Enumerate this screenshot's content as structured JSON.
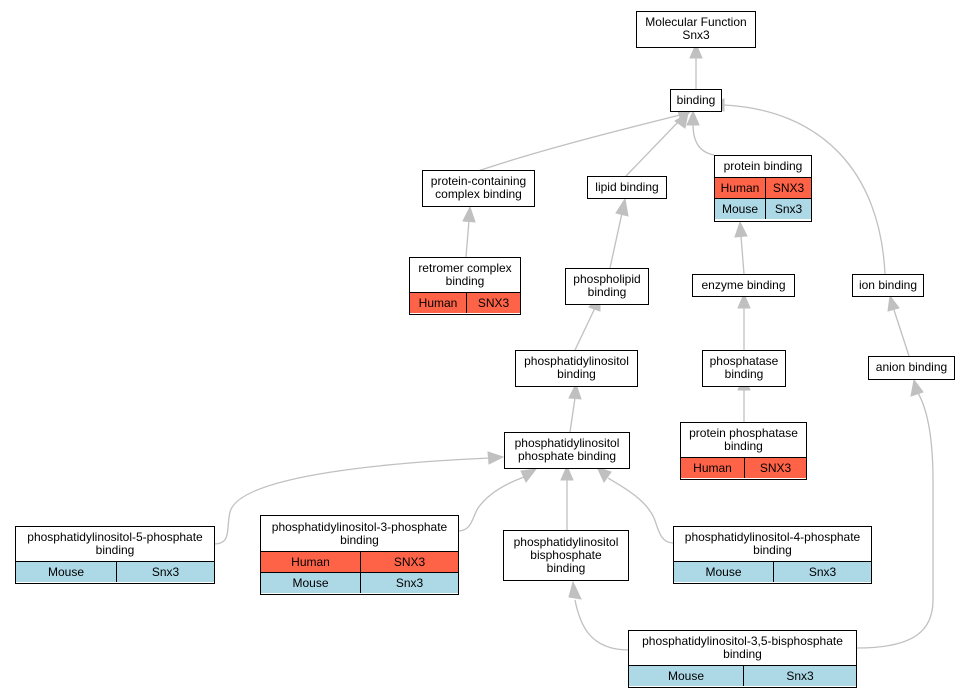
{
  "colors": {
    "human": "#ff6347",
    "mouse": "#add8e6",
    "edge": "#c0c0c0"
  },
  "nodes": {
    "root": {
      "title": "Molecular Function\nSnx3"
    },
    "binding": {
      "title": "binding"
    },
    "protein_containing_complex_binding": {
      "title": "protein-containing\ncomplex binding"
    },
    "lipid_binding": {
      "title": "lipid binding"
    },
    "protein_binding": {
      "title": "protein binding",
      "rows": [
        {
          "species": "Human",
          "gene": "SNX3"
        },
        {
          "species": "Mouse",
          "gene": "Snx3"
        }
      ]
    },
    "retromer_complex_binding": {
      "title": "retromer complex\nbinding",
      "rows": [
        {
          "species": "Human",
          "gene": "SNX3"
        }
      ]
    },
    "phospholipid_binding": {
      "title": "phospholipid\nbinding"
    },
    "enzyme_binding": {
      "title": "enzyme binding"
    },
    "ion_binding": {
      "title": "ion binding"
    },
    "phosphatidylinositol_binding": {
      "title": "phosphatidylinositol\nbinding"
    },
    "phosphatase_binding": {
      "title": "phosphatase\nbinding"
    },
    "anion_binding": {
      "title": "anion binding"
    },
    "protein_phosphatase_binding": {
      "title": "protein phosphatase\nbinding",
      "rows": [
        {
          "species": "Human",
          "gene": "SNX3"
        }
      ]
    },
    "pi_phosphate_binding": {
      "title": "phosphatidylinositol\nphosphate binding"
    },
    "pi5p_binding": {
      "title": "phosphatidylinositol-5-phosphate\nbinding",
      "rows": [
        {
          "species": "Mouse",
          "gene": "Snx3"
        }
      ]
    },
    "pi3p_binding": {
      "title": "phosphatidylinositol-3-phosphate\nbinding",
      "rows": [
        {
          "species": "Human",
          "gene": "SNX3"
        },
        {
          "species": "Mouse",
          "gene": "Snx3"
        }
      ]
    },
    "pi_bisphosphate_binding": {
      "title": "phosphatidylinositol\nbisphosphate\nbinding"
    },
    "pi4p_binding": {
      "title": "phosphatidylinositol-4-phosphate\nbinding",
      "rows": [
        {
          "species": "Mouse",
          "gene": "Snx3"
        }
      ]
    },
    "pi35p2_binding": {
      "title": "phosphatidylinositol-3,5-bisphosphate\nbinding",
      "rows": [
        {
          "species": "Mouse",
          "gene": "Snx3"
        }
      ]
    }
  },
  "edges": [
    {
      "from": "binding",
      "to": "root"
    },
    {
      "from": "protein_containing_complex_binding",
      "to": "binding"
    },
    {
      "from": "lipid_binding",
      "to": "binding"
    },
    {
      "from": "protein_binding",
      "to": "binding"
    },
    {
      "from": "ion_binding",
      "to": "binding"
    },
    {
      "from": "retromer_complex_binding",
      "to": "protein_containing_complex_binding"
    },
    {
      "from": "phospholipid_binding",
      "to": "lipid_binding"
    },
    {
      "from": "enzyme_binding",
      "to": "protein_binding"
    },
    {
      "from": "phosphatidylinositol_binding",
      "to": "phospholipid_binding"
    },
    {
      "from": "phosphatase_binding",
      "to": "enzyme_binding"
    },
    {
      "from": "anion_binding",
      "to": "ion_binding"
    },
    {
      "from": "protein_phosphatase_binding",
      "to": "phosphatase_binding"
    },
    {
      "from": "pi_phosphate_binding",
      "to": "phosphatidylinositol_binding"
    },
    {
      "from": "pi5p_binding",
      "to": "pi_phosphate_binding"
    },
    {
      "from": "pi3p_binding",
      "to": "pi_phosphate_binding"
    },
    {
      "from": "pi_bisphosphate_binding",
      "to": "pi_phosphate_binding"
    },
    {
      "from": "pi4p_binding",
      "to": "pi_phosphate_binding"
    },
    {
      "from": "pi35p2_binding",
      "to": "pi_bisphosphate_binding"
    },
    {
      "from": "pi35p2_binding",
      "to": "anion_binding"
    }
  ]
}
